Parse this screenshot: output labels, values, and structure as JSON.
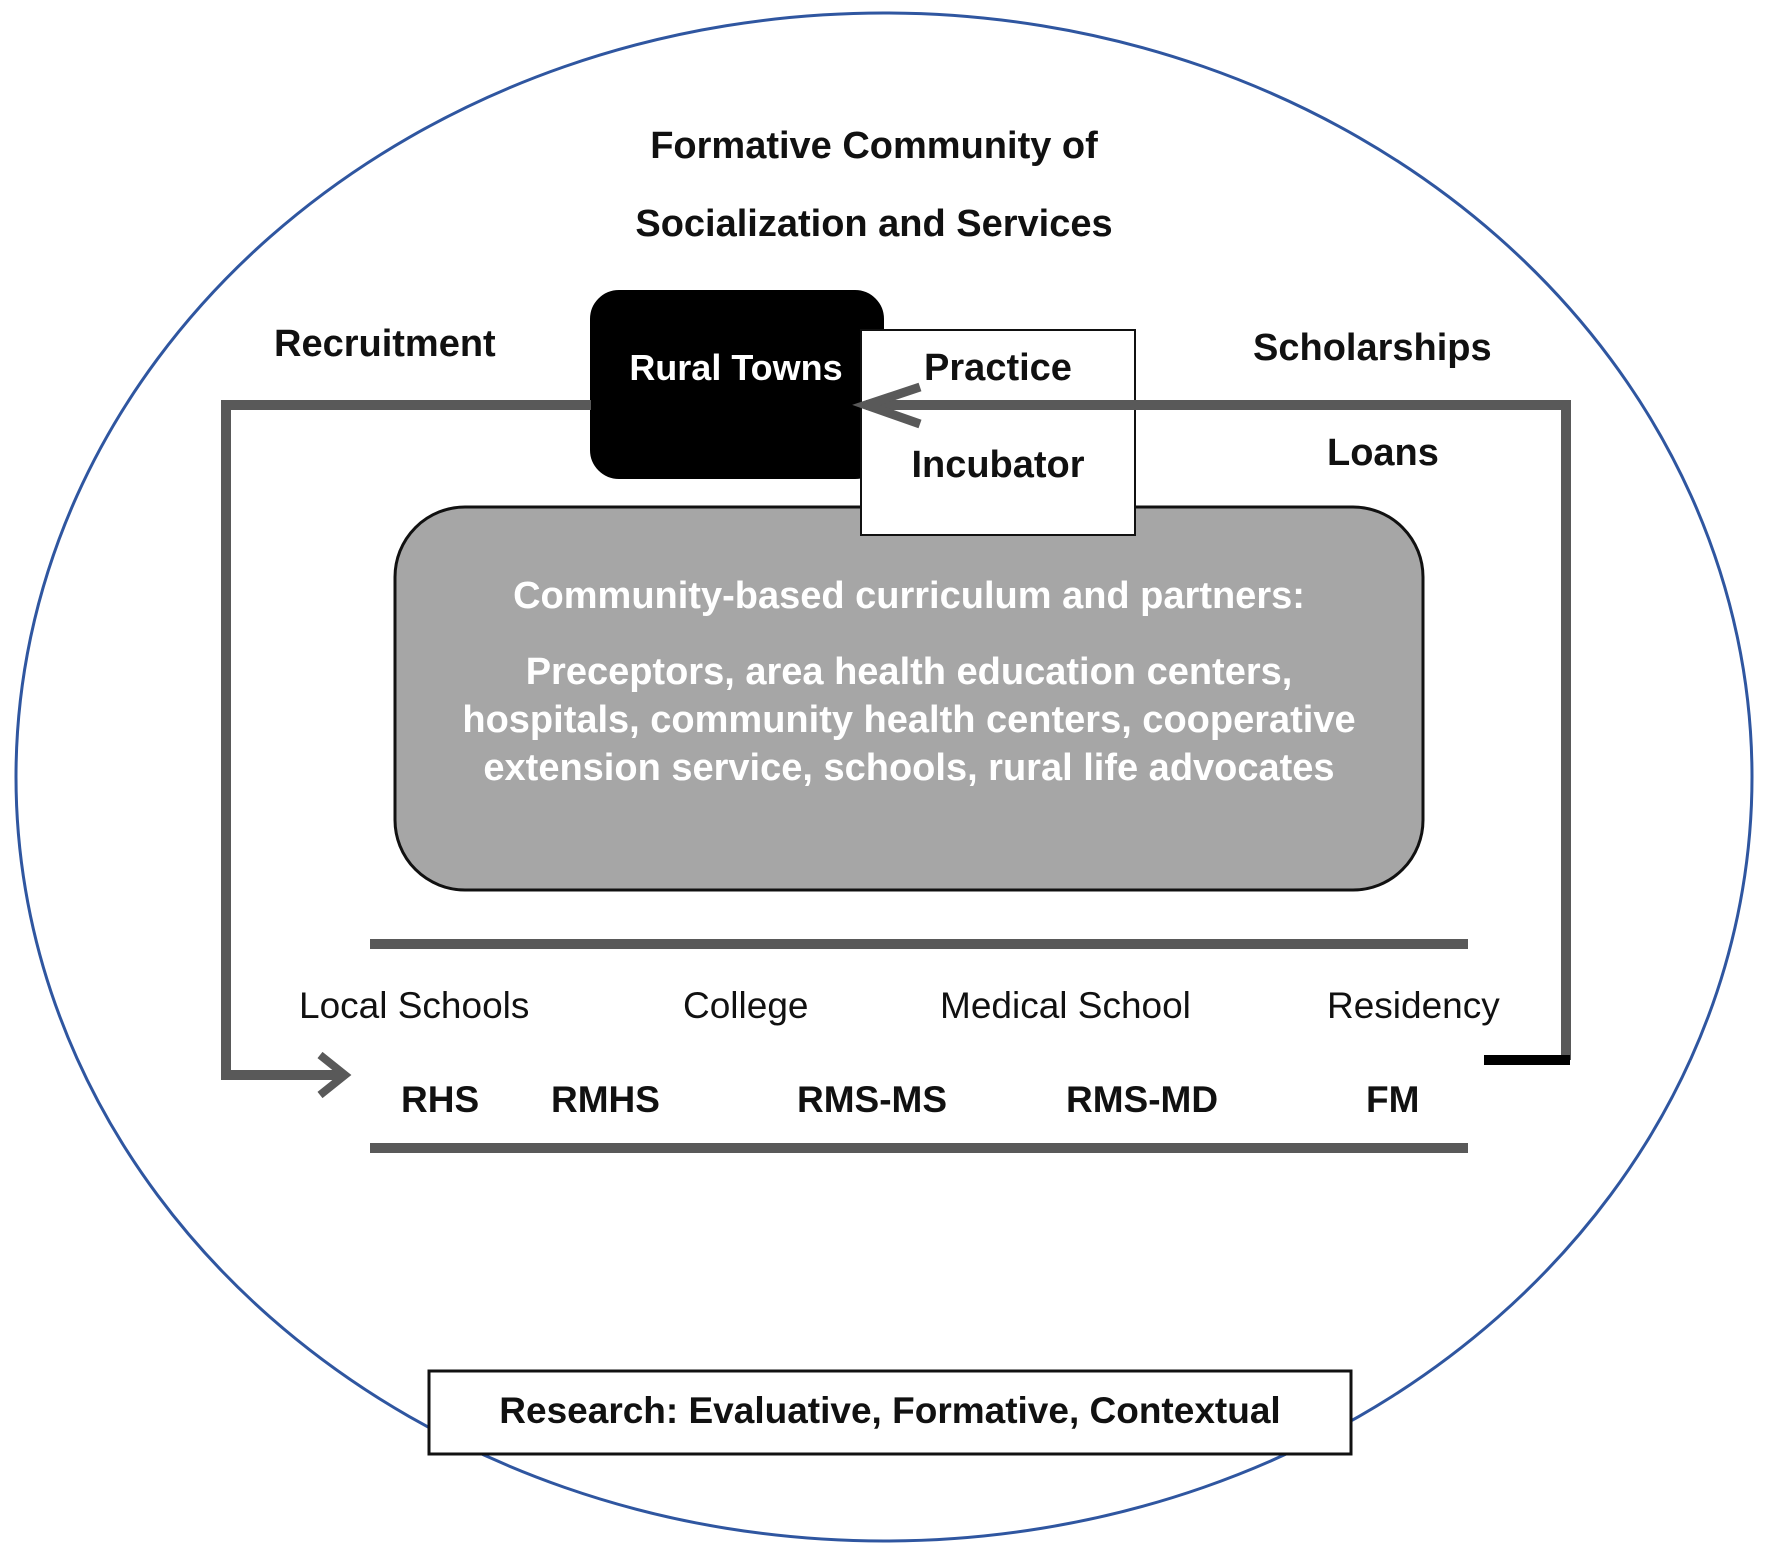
{
  "header": {
    "title_line1": "Formative Community of",
    "title_line2": "Socialization and Services"
  },
  "labels": {
    "recruitment": "Recruitment",
    "scholarships": "Scholarships",
    "loans": "Loans"
  },
  "rural_towns": {
    "label": "Rural Towns"
  },
  "practice_incubator": {
    "line1": "Practice",
    "line2": "Incubator"
  },
  "curriculum": {
    "heading": "Community-based curriculum and partners:",
    "line1": "Preceptors, area health education centers,",
    "line2": "hospitals, community health centers, cooperative",
    "line3": "extension service, schools, rural life advocates"
  },
  "stages": [
    {
      "label": "Local Schools"
    },
    {
      "label": "College"
    },
    {
      "label": "Medical School"
    },
    {
      "label": "Residency"
    }
  ],
  "programs": [
    {
      "label": "RHS"
    },
    {
      "label": "RMHS"
    },
    {
      "label": "RMS-MS"
    },
    {
      "label": "RMS-MD"
    },
    {
      "label": "FM"
    }
  ],
  "research": {
    "label": "Research: Evaluative, Formative, Contextual"
  },
  "colors": {
    "circle_outline": "#2f56a0",
    "connector_gray": "#595959",
    "curriculum_fill": "#a6a6a6",
    "rural_towns_fill": "#000000"
  }
}
